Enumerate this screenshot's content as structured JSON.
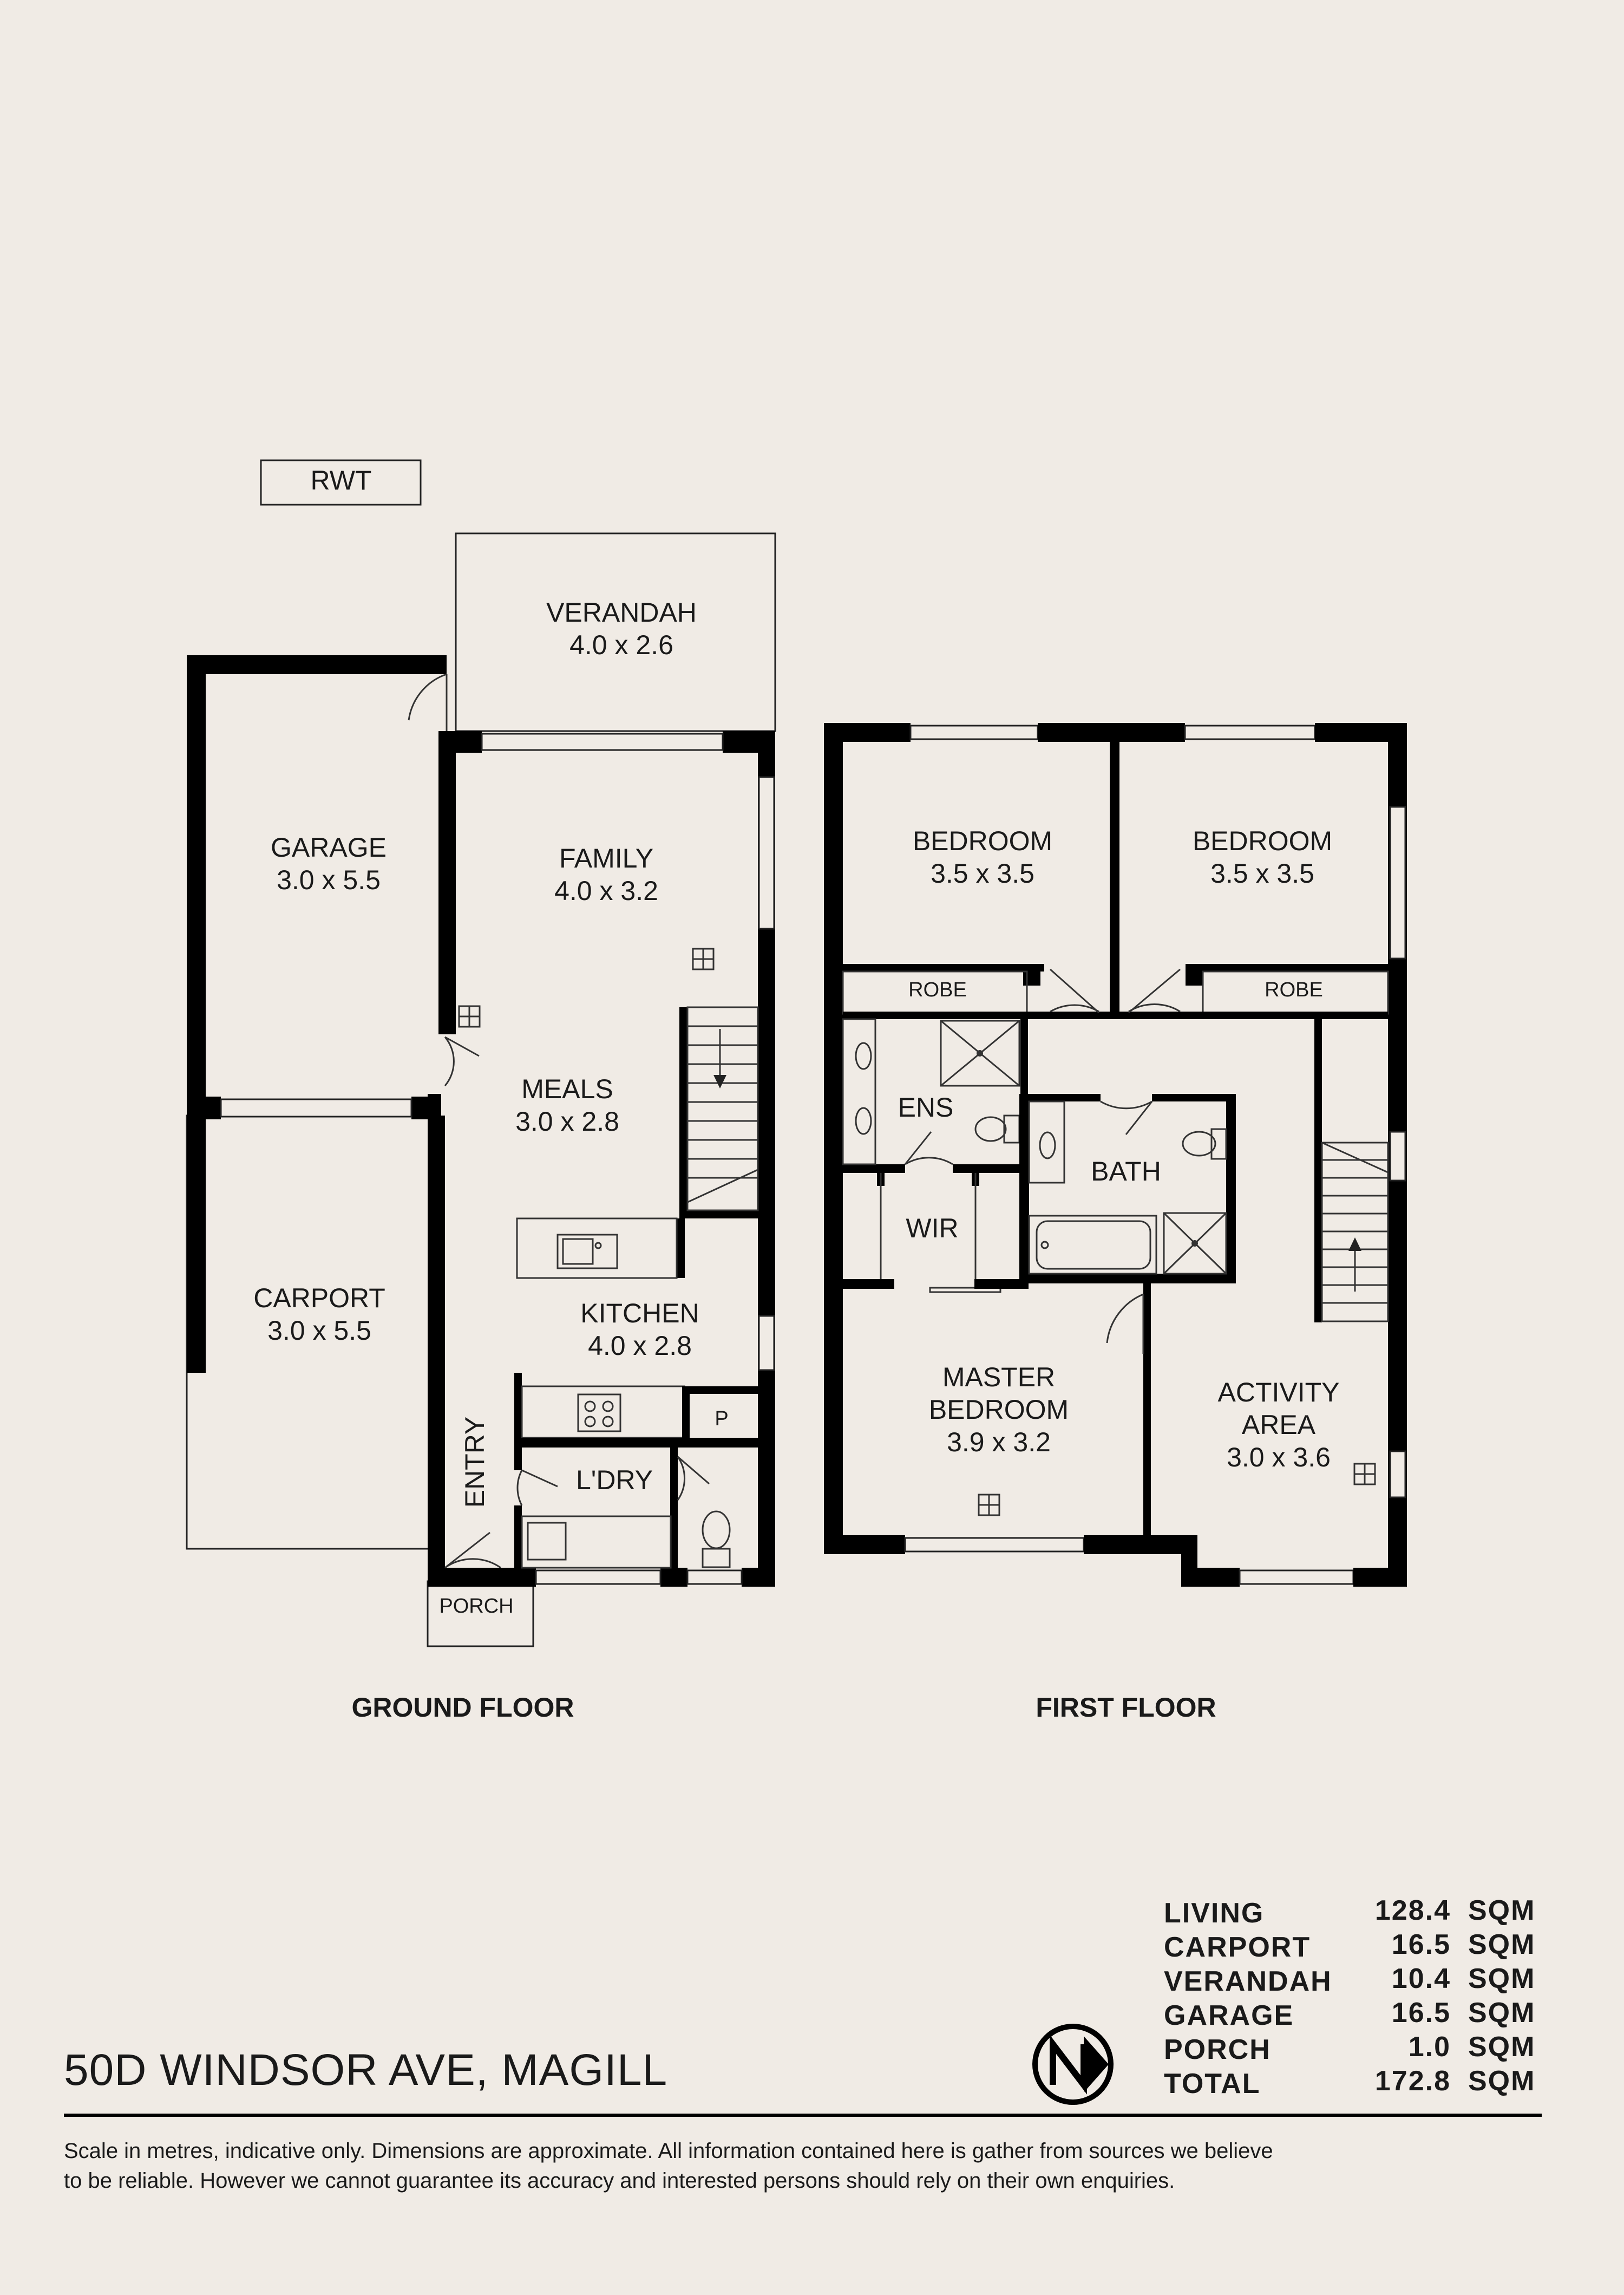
{
  "title": "50D WINDSOR AVE, MAGILL",
  "floors": {
    "ground": "GROUND FLOOR",
    "first": "FIRST FLOOR"
  },
  "rooms": {
    "rwt": "RWT",
    "verandah_name": "VERANDAH",
    "verandah_dim": "4.0 x 2.6",
    "garage_name": "GARAGE",
    "garage_dim": "3.0 x 5.5",
    "family_name": "FAMILY",
    "family_dim": "4.0 x 3.2",
    "meals_name": "MEALS",
    "meals_dim": "3.0 x 2.8",
    "carport_name": "CARPORT",
    "carport_dim": "3.0 x 5.5",
    "kitchen_name": "KITCHEN",
    "kitchen_dim": "4.0 x 2.8",
    "pantry": "P",
    "entry": "ENTRY",
    "laundry": "L'DRY",
    "porch": "PORCH",
    "bed1_name": "BEDROOM",
    "bed1_dim": "3.5 x 3.5",
    "bed2_name": "BEDROOM",
    "bed2_dim": "3.5 x 3.5",
    "robe1": "ROBE",
    "robe2": "ROBE",
    "ens": "ENS",
    "bath": "BATH",
    "wir": "WIR",
    "master_l1": "MASTER",
    "master_l2": "BEDROOM",
    "master_dim": "3.9 x 3.2",
    "activity_l1": "ACTIVITY",
    "activity_l2": "AREA",
    "activity_dim": "3.0 x 3.6"
  },
  "areas": [
    {
      "label": "LIVING",
      "value": "128.4",
      "unit": "SQM"
    },
    {
      "label": "CARPORT",
      "value": "16.5",
      "unit": "SQM"
    },
    {
      "label": "VERANDAH",
      "value": "10.4",
      "unit": "SQM"
    },
    {
      "label": "GARAGE",
      "value": "16.5",
      "unit": "SQM"
    },
    {
      "label": "PORCH",
      "value": "1.0",
      "unit": "SQM"
    },
    {
      "label": "TOTAL",
      "value": "172.8",
      "unit": "SQM"
    }
  ],
  "disclaimer_line1": "Scale in metres, indicative only. Dimensions are approximate. All information contained here is gather from sources we believe",
  "disclaimer_line2": "to be reliable. However we cannot guarantee its accuracy and interested persons should rely on their own enquiries.",
  "icons": {
    "compass": "north-arrow-icon",
    "sink": "sink-icon",
    "cooktop": "cooktop-icon",
    "toilet": "toilet-icon",
    "shower": "shower-icon",
    "bathtub": "bathtub-icon",
    "vent": "vent-icon"
  },
  "colors": {
    "background": "#f0ebe5",
    "wall": "#000000",
    "text": "#1a1a1a"
  }
}
